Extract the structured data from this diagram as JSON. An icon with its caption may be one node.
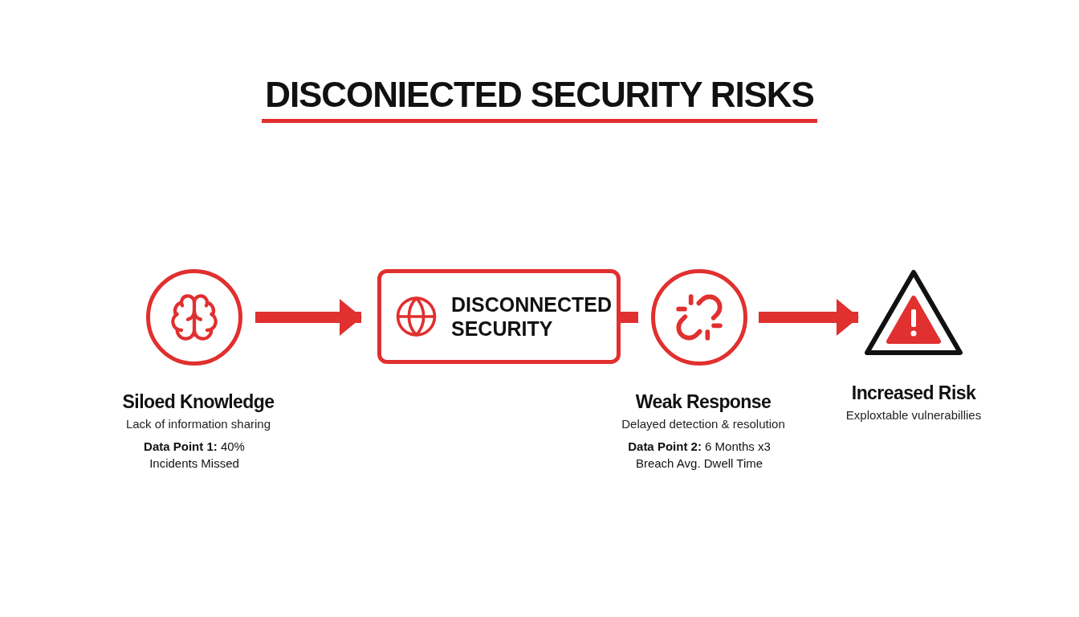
{
  "diagram": {
    "title": "DISCONIECTED SECURITY RISKS",
    "nodes": [
      {
        "text": [
          "Siloed Knowledge",
          "Lack of information sharing"
        ]
      },
      {
        "text": [
          "DISCONNECTED SECURITY"
        ]
      },
      {
        "text": [
          "Weak Response",
          "Delayed detection & resolution"
        ]
      },
      {
        "text": [
          "Increased Risk",
          "Exploxtable vulnerabillies"
        ]
      }
    ],
    "edges": [
      {
        "from": 0,
        "to": 1,
        "arrow": "to"
      },
      {
        "from": 1,
        "to": 2,
        "arrow": "none"
      },
      {
        "from": 2,
        "to": 3,
        "arrow": "to"
      }
    ],
    "labels": [
      "**Data Point 1:** 40% Incidents Missed",
      "**Data Point 2:** 6 Months x3 Breach Avg. Dwell Time"
    ]
  }
}
